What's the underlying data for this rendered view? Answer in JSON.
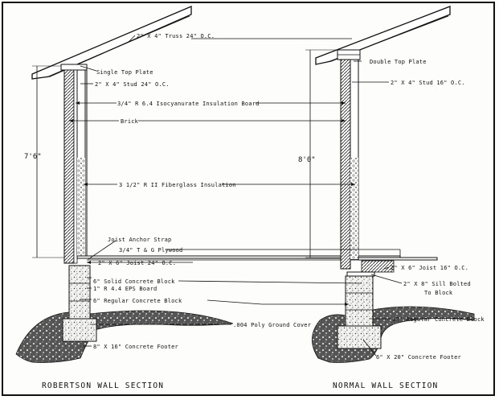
{
  "labels": {
    "truss": "2\" X 4\"  Truss  24\"  O.C.",
    "single_top_plate": "Single Top Plate",
    "stud_left": "2\" X 4\"  Stud  24\"  O.C.",
    "insulation_board": "3/4\"  R 6.4  Isocyanurate  Insulation Board",
    "brick": "Brick",
    "fiberglass": "3  1/2\"  R II  Fiberglass  Insulation",
    "joist_anchor": "Joist  Anchor  Strap",
    "plywood": "3/4\"  T & G  Plywood",
    "joist_left": "2\" X 6\"  Joist  24\"  O.C.",
    "solid_block": "6\"  Solid  Concrete  Block",
    "eps_board": "1\"  R 4.4  EPS  Board",
    "regular_block_left": "6\"  Regular  Concrete  Block",
    "poly_cover": ".004 Poly  Ground  Cover",
    "footer_left": "8\" X 16\"  Concrete  Footer",
    "double_top_plate": "Double  Top  Plate",
    "stud_right": "2\" X 4\"  Stud  16\"  O.C.",
    "joist_right": "2\" X 6\"  Joist  16\"  O.C.",
    "sill": "2\" X 8\"  Sill  Bolted",
    "sill_2": "To  Block",
    "regular_block_right": "12\"  Regular  Concrete  Block",
    "footer_right": "6\" X 20\"  Concrete  Footer"
  },
  "dimensions": {
    "left_height": "7'6\"",
    "right_height": "8'0\""
  },
  "titles": {
    "left": "ROBERTSON  WALL  SECTION",
    "right": "NORMAL  WALL  SECTION"
  }
}
